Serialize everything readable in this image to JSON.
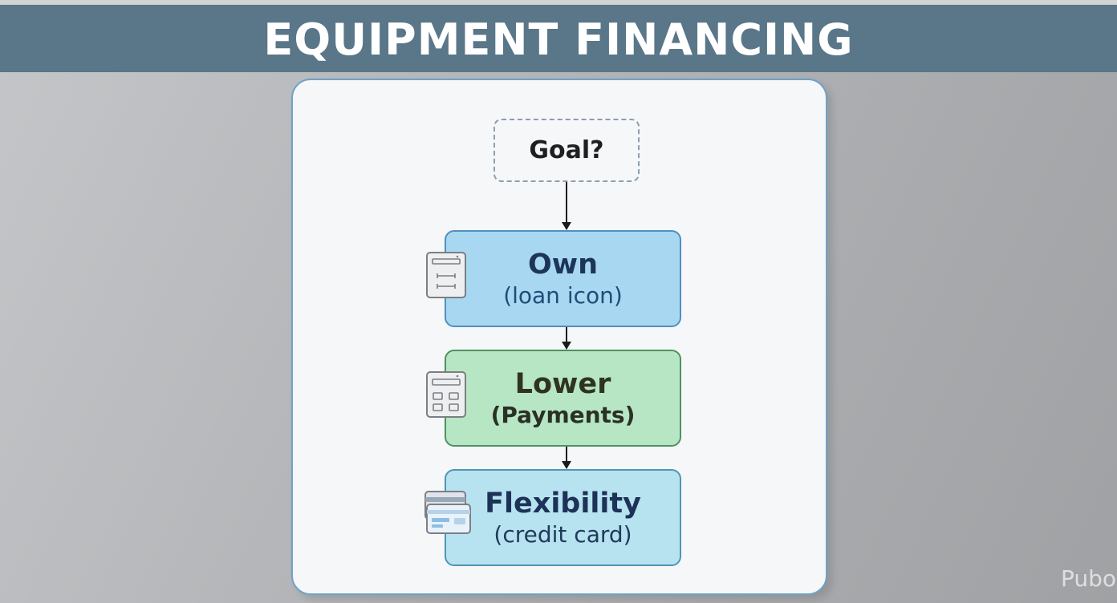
{
  "banner": {
    "title": "EQUIPMENT FINANCING"
  },
  "diagram": {
    "start": {
      "label": "Goal?"
    },
    "steps": [
      {
        "title": "Own",
        "subtitle": "(loan icon)",
        "icon": "loan-document-icon"
      },
      {
        "title": "Lower",
        "subtitle": "(Payments)",
        "icon": "calculator-icon"
      },
      {
        "title": "Flexibility",
        "subtitle": "(credit card)",
        "icon": "credit-card-icon"
      }
    ]
  },
  "colors": {
    "banner": "#5a7689",
    "own_fill": "#a8d8f1",
    "lower_fill": "#b7e6c4",
    "flexibility_fill": "#b6e3ef"
  },
  "watermark": {
    "text": "Pubo"
  }
}
